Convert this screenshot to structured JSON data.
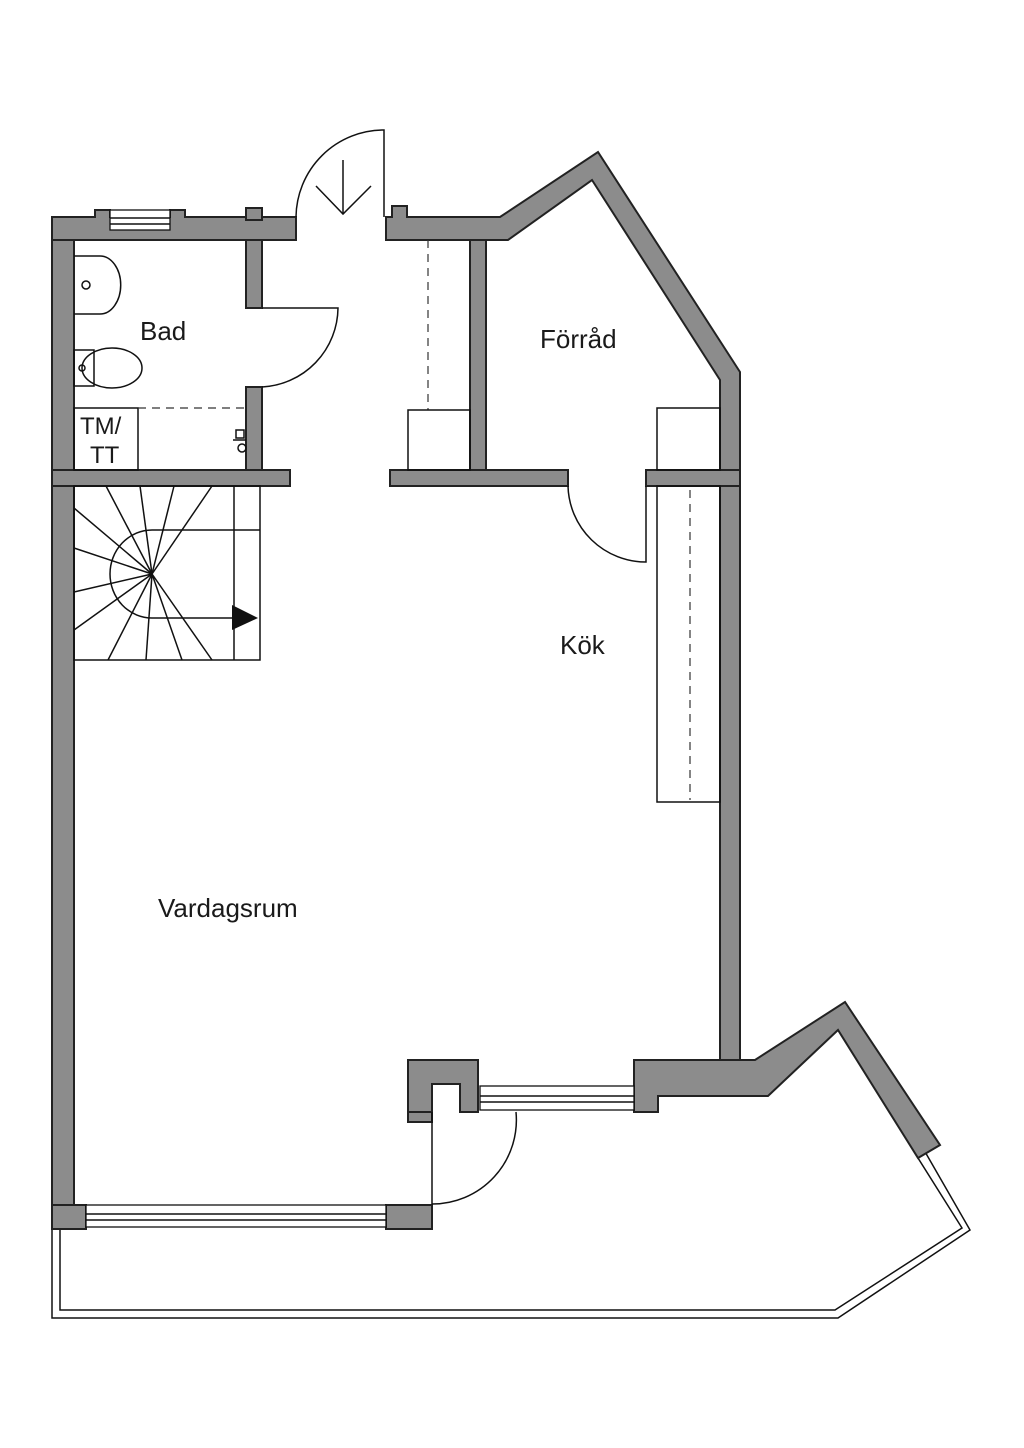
{
  "rooms": {
    "bad": "Bad",
    "forrad": "Förråd",
    "kok": "Kök",
    "vardagsrum": "Vardagsrum"
  },
  "fixtures": {
    "tm_line1": "TM/",
    "tm_line2": "TT"
  }
}
